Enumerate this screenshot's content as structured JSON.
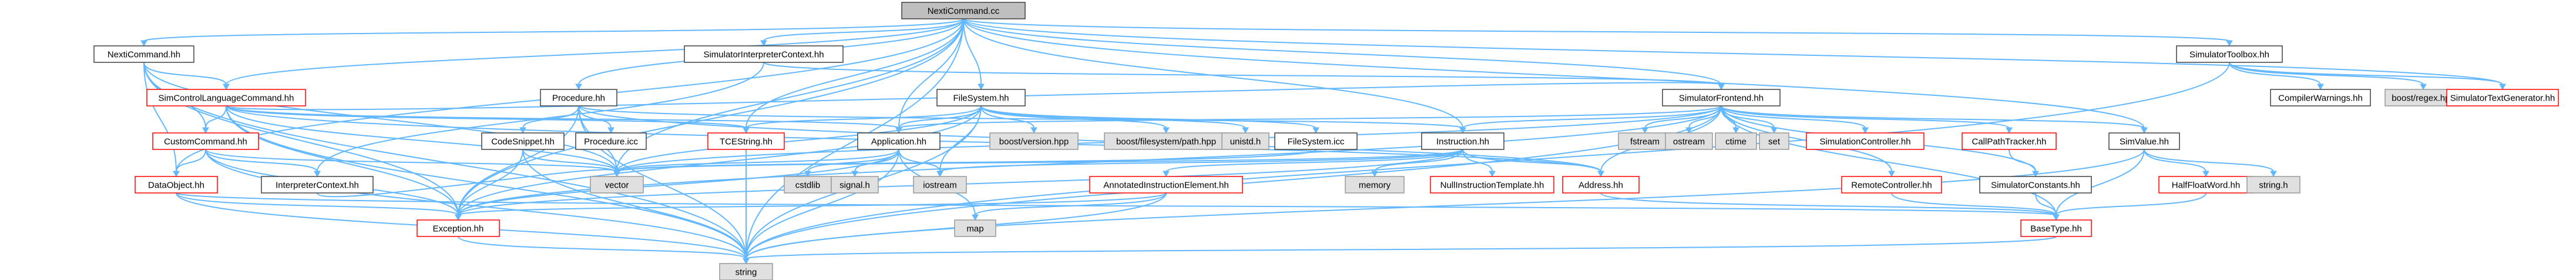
{
  "diagram": {
    "kind": "include-dependency-graph",
    "root": "NextiCommand.cc",
    "node_styles": {
      "root": {
        "fill": "#bfbfbf",
        "stroke": "#404040"
      },
      "local": {
        "fill": "#ffffff",
        "stroke": "#404040"
      },
      "red": {
        "fill": "#ffffff",
        "stroke": "#ff0000"
      },
      "system": {
        "fill": "#e0e0e0",
        "stroke": "#999999"
      }
    },
    "edge_color": "#63b8ff",
    "nodes": [
      {
        "id": "root",
        "label": "NextiCommand.cc",
        "style": "root"
      },
      {
        "id": "nextihh",
        "label": "NextiCommand.hh",
        "style": "local"
      },
      {
        "id": "sicontext",
        "label": "SimulatorInterpreterContext.hh",
        "style": "local"
      },
      {
        "id": "simtoolbox",
        "label": "SimulatorToolbox.hh",
        "style": "local"
      },
      {
        "id": "simcontrol",
        "label": "SimControlLanguageCommand.hh",
        "style": "red"
      },
      {
        "id": "procedure",
        "label": "Procedure.hh",
        "style": "local"
      },
      {
        "id": "filesystemhh",
        "label": "FileSystem.hh",
        "style": "local"
      },
      {
        "id": "simfrontend",
        "label": "SimulatorFrontend.hh",
        "style": "local"
      },
      {
        "id": "compilerwarnings",
        "label": "CompilerWarnings.hh",
        "style": "local"
      },
      {
        "id": "boostregex",
        "label": "boost/regex.hpp",
        "style": "system"
      },
      {
        "id": "simtextgen",
        "label": "SimulatorTextGenerator.hh",
        "style": "red"
      },
      {
        "id": "customcommand",
        "label": "CustomCommand.hh",
        "style": "red"
      },
      {
        "id": "codesnippet",
        "label": "CodeSnippet.hh",
        "style": "local"
      },
      {
        "id": "procedureicc",
        "label": "Procedure.icc",
        "style": "local"
      },
      {
        "id": "tcestring",
        "label": "TCEString.hh",
        "style": "red"
      },
      {
        "id": "application",
        "label": "Application.hh",
        "style": "local"
      },
      {
        "id": "boostversion",
        "label": "boost/version.hpp",
        "style": "system"
      },
      {
        "id": "boostfspath",
        "label": "boost/filesystem/path.hpp",
        "style": "system"
      },
      {
        "id": "unistd",
        "label": "unistd.h",
        "style": "system"
      },
      {
        "id": "filesystemicc",
        "label": "FileSystem.icc",
        "style": "local"
      },
      {
        "id": "instruction",
        "label": "Instruction.hh",
        "style": "local"
      },
      {
        "id": "fstream",
        "label": "fstream",
        "style": "system"
      },
      {
        "id": "ostream",
        "label": "ostream",
        "style": "system"
      },
      {
        "id": "ctime",
        "label": "ctime",
        "style": "system"
      },
      {
        "id": "set",
        "label": "set",
        "style": "system"
      },
      {
        "id": "simcontroller",
        "label": "SimulationController.hh",
        "style": "red"
      },
      {
        "id": "callpath",
        "label": "CallPathTracker.hh",
        "style": "red"
      },
      {
        "id": "simvalue",
        "label": "SimValue.hh",
        "style": "local"
      },
      {
        "id": "dataobject",
        "label": "DataObject.hh",
        "style": "red"
      },
      {
        "id": "interpctx",
        "label": "InterpreterContext.hh",
        "style": "local"
      },
      {
        "id": "vector",
        "label": "vector",
        "style": "system"
      },
      {
        "id": "cstdlib",
        "label": "cstdlib",
        "style": "system"
      },
      {
        "id": "signalh",
        "label": "signal.h",
        "style": "system"
      },
      {
        "id": "iostream",
        "label": "iostream",
        "style": "system"
      },
      {
        "id": "annotated",
        "label": "AnnotatedInstructionElement.hh",
        "style": "red"
      },
      {
        "id": "memory",
        "label": "memory",
        "style": "system"
      },
      {
        "id": "nullinstr",
        "label": "NullInstructionTemplate.hh",
        "style": "red"
      },
      {
        "id": "address",
        "label": "Address.hh",
        "style": "red"
      },
      {
        "id": "remotectrl",
        "label": "RemoteController.hh",
        "style": "red"
      },
      {
        "id": "simconstants",
        "label": "SimulatorConstants.hh",
        "style": "local"
      },
      {
        "id": "halffloat",
        "label": "HalfFloatWord.hh",
        "style": "red"
      },
      {
        "id": "stringh",
        "label": "string.h",
        "style": "system"
      },
      {
        "id": "exception",
        "label": "Exception.hh",
        "style": "red"
      },
      {
        "id": "map",
        "label": "map",
        "style": "system"
      },
      {
        "id": "basetype",
        "label": "BaseType.hh",
        "style": "red"
      },
      {
        "id": "string",
        "label": "string",
        "style": "system"
      }
    ],
    "edges": [
      [
        "root",
        "nextihh"
      ],
      [
        "root",
        "sicontext"
      ],
      [
        "root",
        "simtoolbox"
      ],
      [
        "root",
        "simcontrol"
      ],
      [
        "root",
        "procedure"
      ],
      [
        "root",
        "filesystemhh"
      ],
      [
        "root",
        "simfrontend"
      ],
      [
        "root",
        "simtextgen"
      ],
      [
        "root",
        "application"
      ],
      [
        "root",
        "instruction"
      ],
      [
        "root",
        "vector"
      ],
      [
        "root",
        "string"
      ],
      [
        "root",
        "exception"
      ],
      [
        "root",
        "dataobject"
      ],
      [
        "root",
        "simvalue"
      ],
      [
        "root",
        "tcestring"
      ],
      [
        "nextihh",
        "simcontrol"
      ],
      [
        "nextihh",
        "customcommand"
      ],
      [
        "nextihh",
        "dataobject"
      ],
      [
        "nextihh",
        "exception"
      ],
      [
        "nextihh",
        "string"
      ],
      [
        "nextihh",
        "vector"
      ],
      [
        "sicontext",
        "interpctx"
      ],
      [
        "sicontext",
        "simfrontend"
      ],
      [
        "simtoolbox",
        "compilerwarnings"
      ],
      [
        "simtoolbox",
        "boostregex"
      ],
      [
        "simtoolbox",
        "simtextgen"
      ],
      [
        "simtoolbox",
        "string"
      ],
      [
        "simcontrol",
        "customcommand"
      ],
      [
        "simcontrol",
        "exception"
      ],
      [
        "simcontrol",
        "application"
      ],
      [
        "simcontrol",
        "string"
      ],
      [
        "simcontrol",
        "vector"
      ],
      [
        "simcontrol",
        "tcestring"
      ],
      [
        "simcontrol",
        "simfrontend"
      ],
      [
        "simcontrol",
        "address"
      ],
      [
        "customcommand",
        "dataobject"
      ],
      [
        "customcommand",
        "exception"
      ],
      [
        "customcommand",
        "interpctx"
      ],
      [
        "customcommand",
        "string"
      ],
      [
        "customcommand",
        "vector"
      ],
      [
        "procedure",
        "codesnippet"
      ],
      [
        "procedure",
        "procedureicc"
      ],
      [
        "procedure",
        "vector"
      ],
      [
        "procedure",
        "string"
      ],
      [
        "procedure",
        "exception"
      ],
      [
        "procedure",
        "address"
      ],
      [
        "procedure",
        "instruction"
      ],
      [
        "codesnippet",
        "exception"
      ],
      [
        "codesnippet",
        "vector"
      ],
      [
        "codesnippet",
        "string"
      ],
      [
        "filesystemhh",
        "tcestring"
      ],
      [
        "filesystemhh",
        "application"
      ],
      [
        "filesystemhh",
        "boostversion"
      ],
      [
        "filesystemhh",
        "boostfspath"
      ],
      [
        "filesystemhh",
        "unistd"
      ],
      [
        "filesystemhh",
        "filesystemicc"
      ],
      [
        "filesystemhh",
        "vector"
      ],
      [
        "filesystemhh",
        "string"
      ],
      [
        "filesystemhh",
        "exception"
      ],
      [
        "filesystemhh",
        "iostream"
      ],
      [
        "tcestring",
        "string"
      ],
      [
        "application",
        "cstdlib"
      ],
      [
        "application",
        "signalh"
      ],
      [
        "application",
        "iostream"
      ],
      [
        "application",
        "map"
      ],
      [
        "application",
        "vector"
      ],
      [
        "application",
        "string"
      ],
      [
        "application",
        "exception"
      ],
      [
        "filesystemicc",
        "vector"
      ],
      [
        "simfrontend",
        "fstream"
      ],
      [
        "simfrontend",
        "ostream"
      ],
      [
        "simfrontend",
        "ctime"
      ],
      [
        "simfrontend",
        "set"
      ],
      [
        "simfrontend",
        "simcontroller"
      ],
      [
        "simfrontend",
        "callpath"
      ],
      [
        "simfrontend",
        "simconstants"
      ],
      [
        "simfrontend",
        "remotectrl"
      ],
      [
        "simfrontend",
        "basetype"
      ],
      [
        "simfrontend",
        "instruction"
      ],
      [
        "simfrontend",
        "address"
      ],
      [
        "simfrontend",
        "application"
      ],
      [
        "simfrontend",
        "string"
      ],
      [
        "simfrontend",
        "vector"
      ],
      [
        "simfrontend",
        "exception"
      ],
      [
        "simfrontend",
        "simvalue"
      ],
      [
        "instruction",
        "memory"
      ],
      [
        "instruction",
        "nullinstr"
      ],
      [
        "instruction",
        "address"
      ],
      [
        "instruction",
        "annotated"
      ],
      [
        "instruction",
        "vector"
      ],
      [
        "instruction",
        "exception"
      ],
      [
        "instruction",
        "iostream"
      ],
      [
        "annotated",
        "map"
      ],
      [
        "annotated",
        "string"
      ],
      [
        "annotated",
        "exception"
      ],
      [
        "address",
        "basetype"
      ],
      [
        "callpath",
        "simconstants"
      ],
      [
        "remotectrl",
        "basetype"
      ],
      [
        "simconstants",
        "basetype"
      ],
      [
        "simvalue",
        "stringh"
      ],
      [
        "simvalue",
        "halffloat"
      ],
      [
        "simvalue",
        "basetype"
      ],
      [
        "simvalue",
        "string"
      ],
      [
        "halffloat",
        "basetype"
      ],
      [
        "dataobject",
        "string"
      ],
      [
        "dataobject",
        "exception"
      ],
      [
        "dataobject",
        "basetype"
      ],
      [
        "exception",
        "string"
      ],
      [
        "basetype",
        "string"
      ],
      [
        "interpctx",
        "vector"
      ]
    ]
  }
}
